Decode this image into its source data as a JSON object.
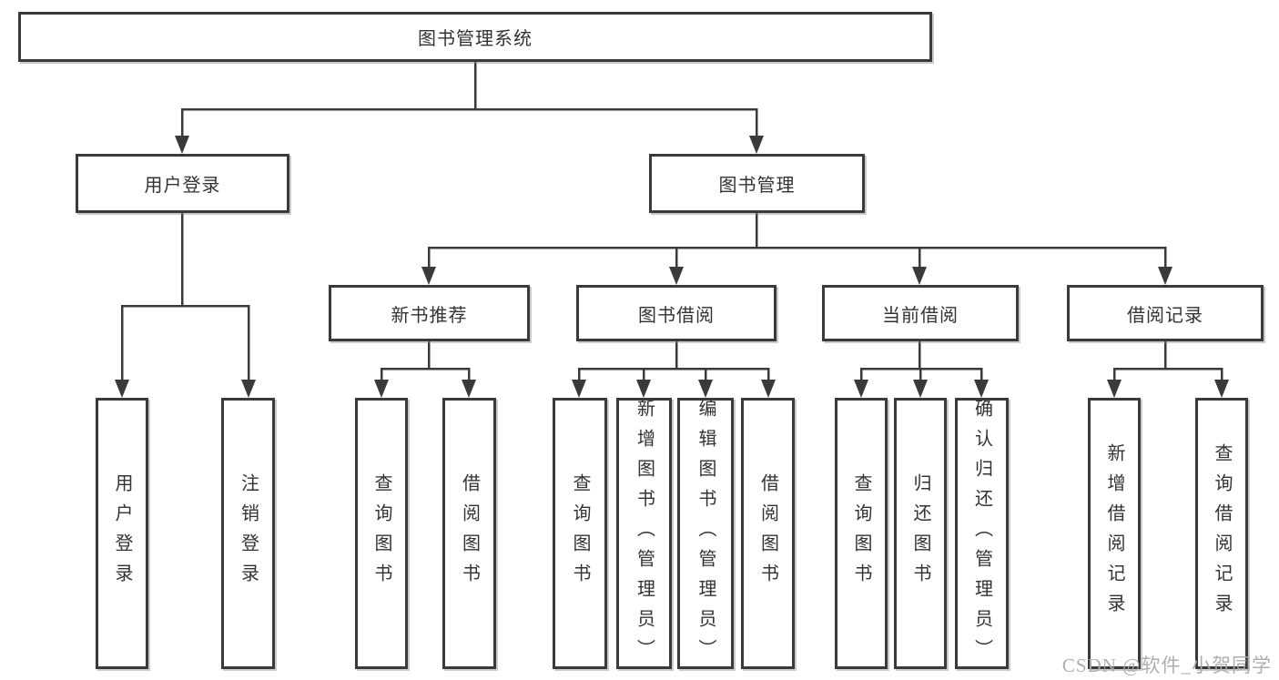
{
  "diagram": {
    "root": {
      "label": "图书管理系统"
    },
    "level2": [
      {
        "label": "用户登录",
        "children": [
          {
            "label": "用户登录"
          },
          {
            "label": "注销登录"
          }
        ]
      },
      {
        "label": "图书管理",
        "groups": [
          {
            "label": "新书推荐",
            "children": [
              {
                "label": "查询图书"
              },
              {
                "label": "借阅图书"
              }
            ]
          },
          {
            "label": "图书借阅",
            "children": [
              {
                "label": "查询图书"
              },
              {
                "label": "新增图书（管理员）"
              },
              {
                "label": "编辑图书（管理员）"
              },
              {
                "label": "借阅图书"
              }
            ]
          },
          {
            "label": "当前借阅",
            "children": [
              {
                "label": "查询图书"
              },
              {
                "label": "归还图书"
              },
              {
                "label": "确认归还（管理员）"
              }
            ]
          },
          {
            "label": "借阅记录",
            "children": [
              {
                "label": "新增借阅记录"
              },
              {
                "label": "查询借阅记录"
              }
            ]
          }
        ]
      }
    ]
  },
  "watermark": {
    "text": "CSDN @软件_小贺同学"
  },
  "colors": {
    "line": "#3a3a3a",
    "box_border": "#3a3a3a",
    "text": "#333333",
    "watermark": "#ababab",
    "background": "#ffffff"
  }
}
